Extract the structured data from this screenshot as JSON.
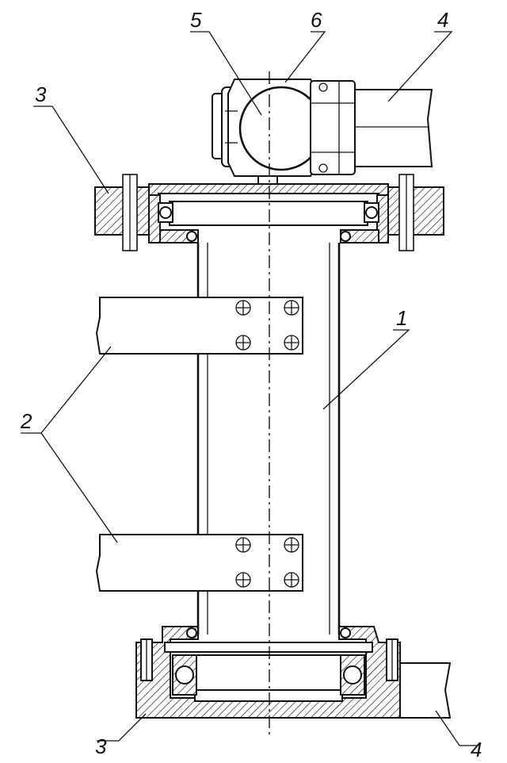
{
  "labels": {
    "l1": "1",
    "l2": "2",
    "l3_top": "3",
    "l3_bottom": "3",
    "l4_top": "4",
    "l4_bottom": "4",
    "l5": "5",
    "l6": "6"
  },
  "colors": {
    "line": "#111111",
    "background": "#ffffff"
  }
}
